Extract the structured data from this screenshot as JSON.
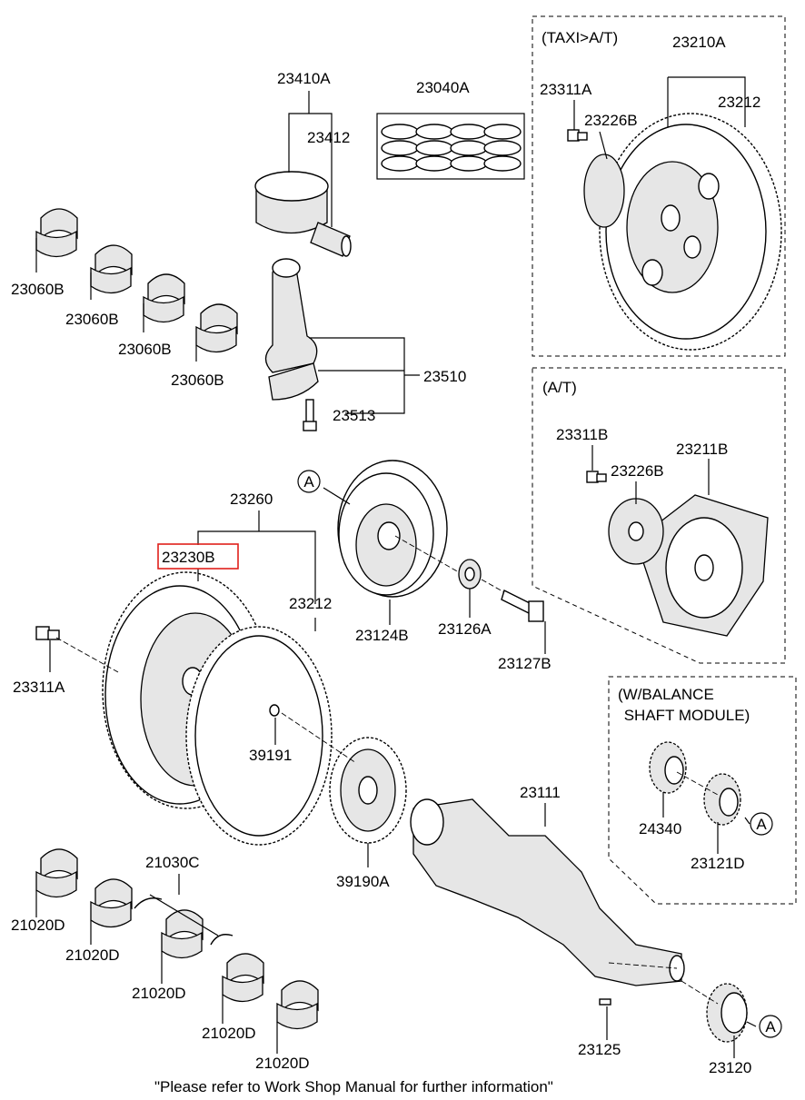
{
  "diagram": {
    "groups": {
      "taxi_at": "(TAXI>A/T)",
      "at": "(A/T)",
      "balance_1": "(W/BALANCE",
      "balance_2": " SHAFT MODULE)"
    },
    "highlighted_part": "23230B",
    "highlight_color": "#e0201b",
    "callouts": {
      "p23210A": "23210A",
      "p23311A_top": "23311A",
      "p23212_top": "23212",
      "p23226B_top": "23226B",
      "p23410A": "23410A",
      "p23040A": "23040A",
      "p23412": "23412",
      "p23060B_1": "23060B",
      "p23060B_2": "23060B",
      "p23060B_3": "23060B",
      "p23060B_4": "23060B",
      "p23510": "23510",
      "p23513": "23513",
      "p23311B": "23311B",
      "p23211B": "23211B",
      "p23226B_at": "23226B",
      "ref_a_1": "A",
      "p23260": "23260",
      "p23230B": "23230B",
      "p23212_mid": "23212",
      "p23311A_left": "23311A",
      "p23124B": "23124B",
      "p23126A": "23126A",
      "p23127B": "23127B",
      "p39191": "39191",
      "p23111": "23111",
      "p24340": "24340",
      "ref_a_2": "A",
      "p23121D": "23121D",
      "p21030C": "21030C",
      "p39190A": "39190A",
      "p21020D_1": "21020D",
      "p21020D_2": "21020D",
      "p21020D_3": "21020D",
      "p21020D_4": "21020D",
      "p21020D_5": "21020D",
      "p23125": "23125",
      "p23120": "23120",
      "ref_a_3": "A"
    },
    "footer_note": "\"Please refer to Work Shop Manual for further information\""
  }
}
